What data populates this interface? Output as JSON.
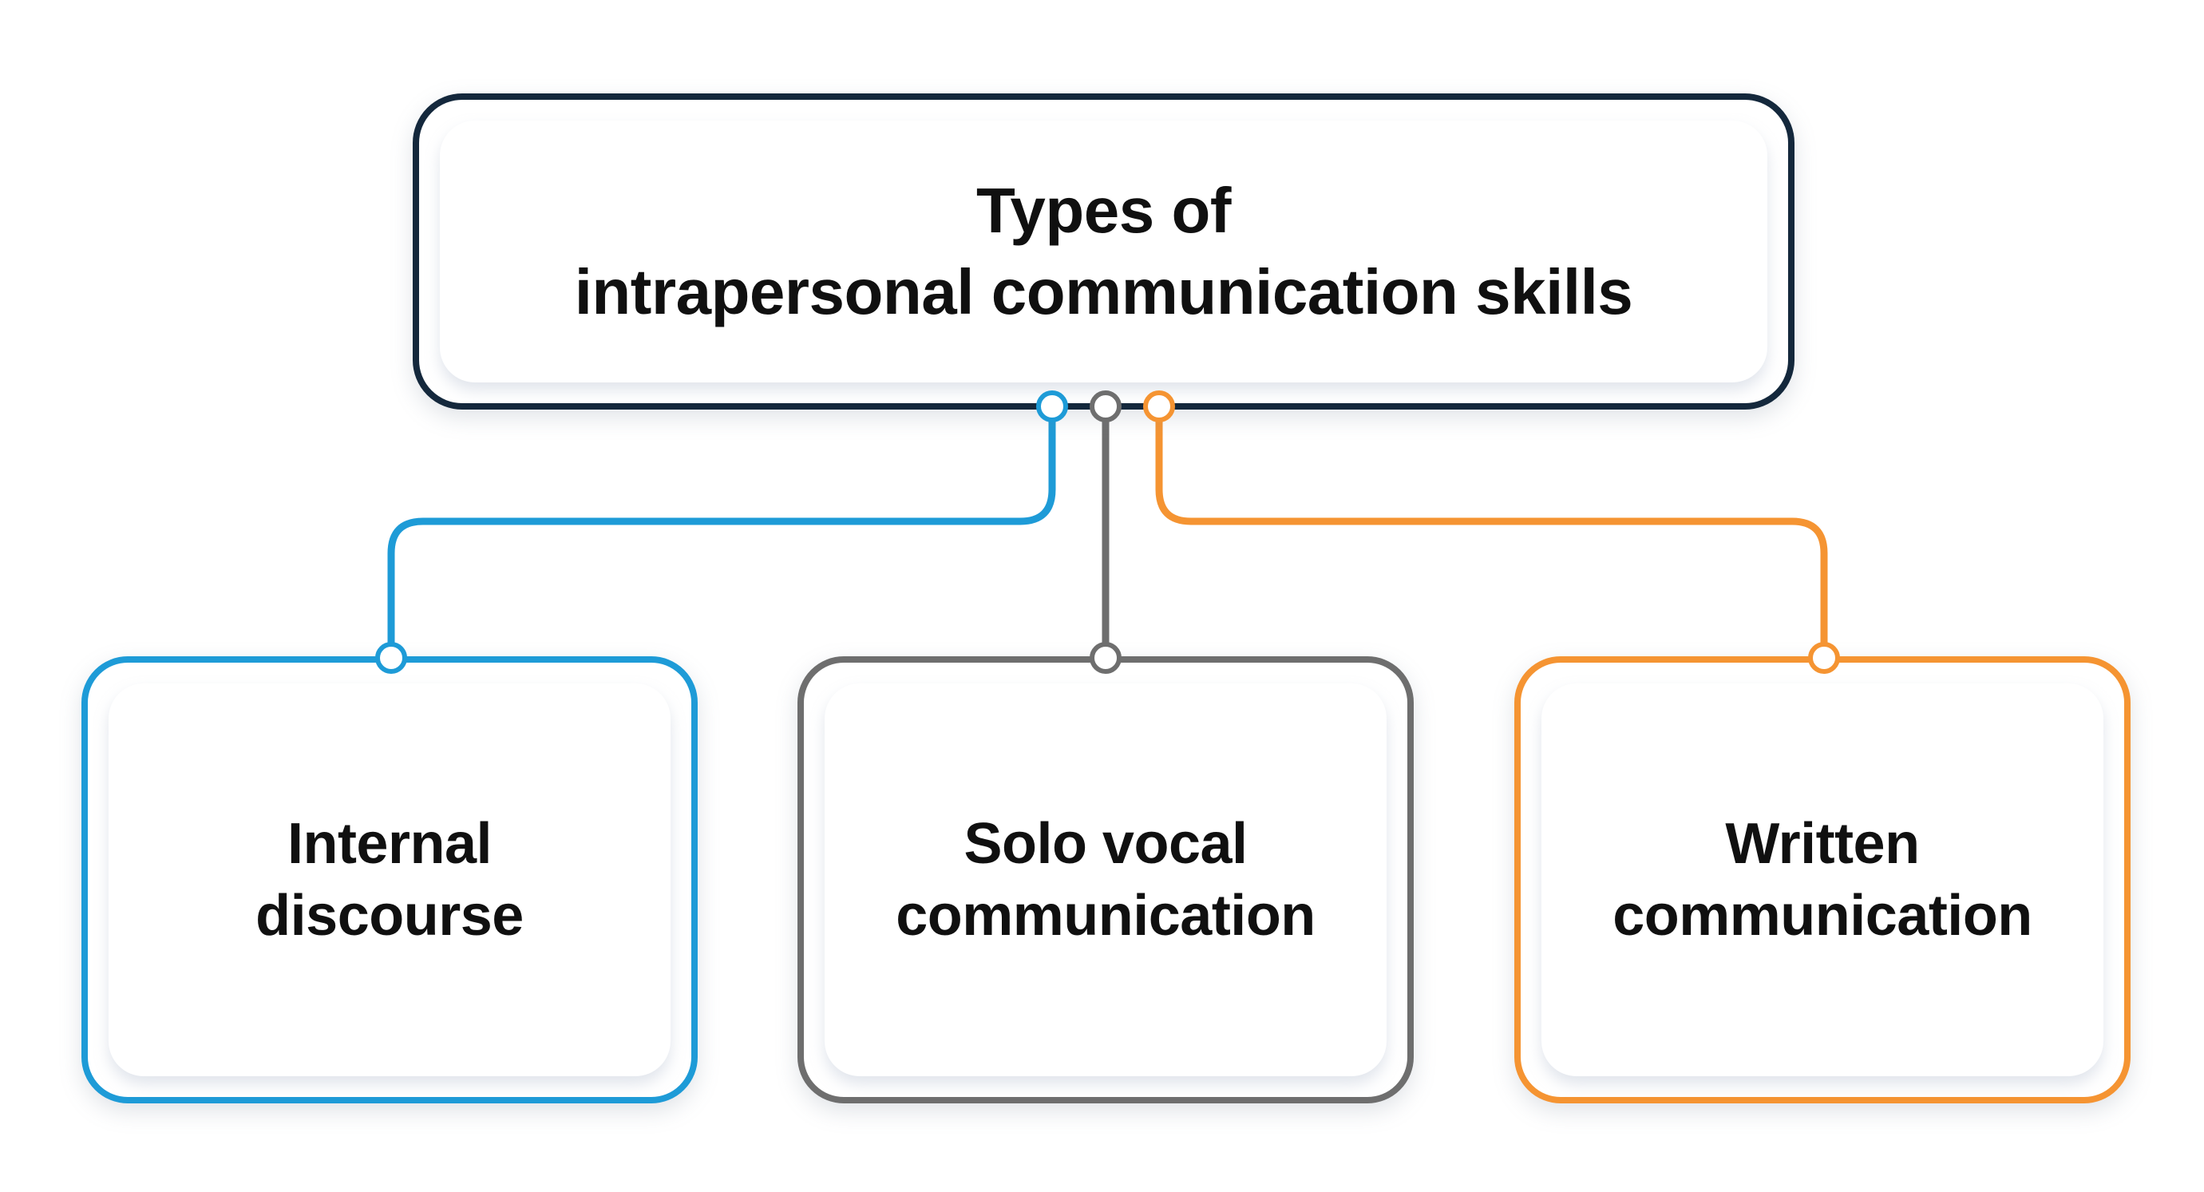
{
  "root": {
    "title_line1": "Types of",
    "title_line2": "intrapersonal communication skills",
    "border_color": "#14283c"
  },
  "children": [
    {
      "line1": "Internal",
      "line2": "discourse",
      "color": "#1e9bd7"
    },
    {
      "line1": "Solo vocal",
      "line2": "communication",
      "color": "#6e6e6e"
    },
    {
      "line1": "Written",
      "line2": "communication",
      "color": "#f59432"
    }
  ]
}
